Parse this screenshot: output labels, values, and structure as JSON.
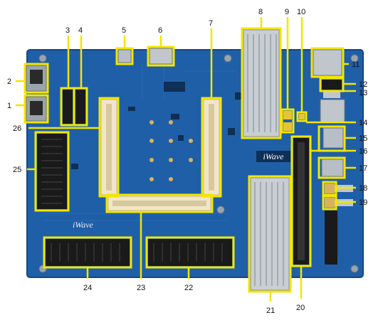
{
  "callouts": [
    "1",
    "2",
    "3",
    "4",
    "5",
    "6",
    "7",
    "8",
    "9",
    "10",
    "11",
    "12",
    "13",
    "14",
    "15",
    "16",
    "17",
    "18",
    "19",
    "20",
    "21",
    "22",
    "23",
    "24",
    "25",
    "26"
  ],
  "board": {
    "brand_logo": "iWave",
    "silkscreen_logo": "iWave"
  },
  "colors": {
    "board": "#1f5fa8",
    "board_dark": "#15477f",
    "highlight": "#f2e600",
    "connector": "#1a1a1a",
    "socket": "#f1e6c8",
    "heatsink": "#c9ced3"
  }
}
